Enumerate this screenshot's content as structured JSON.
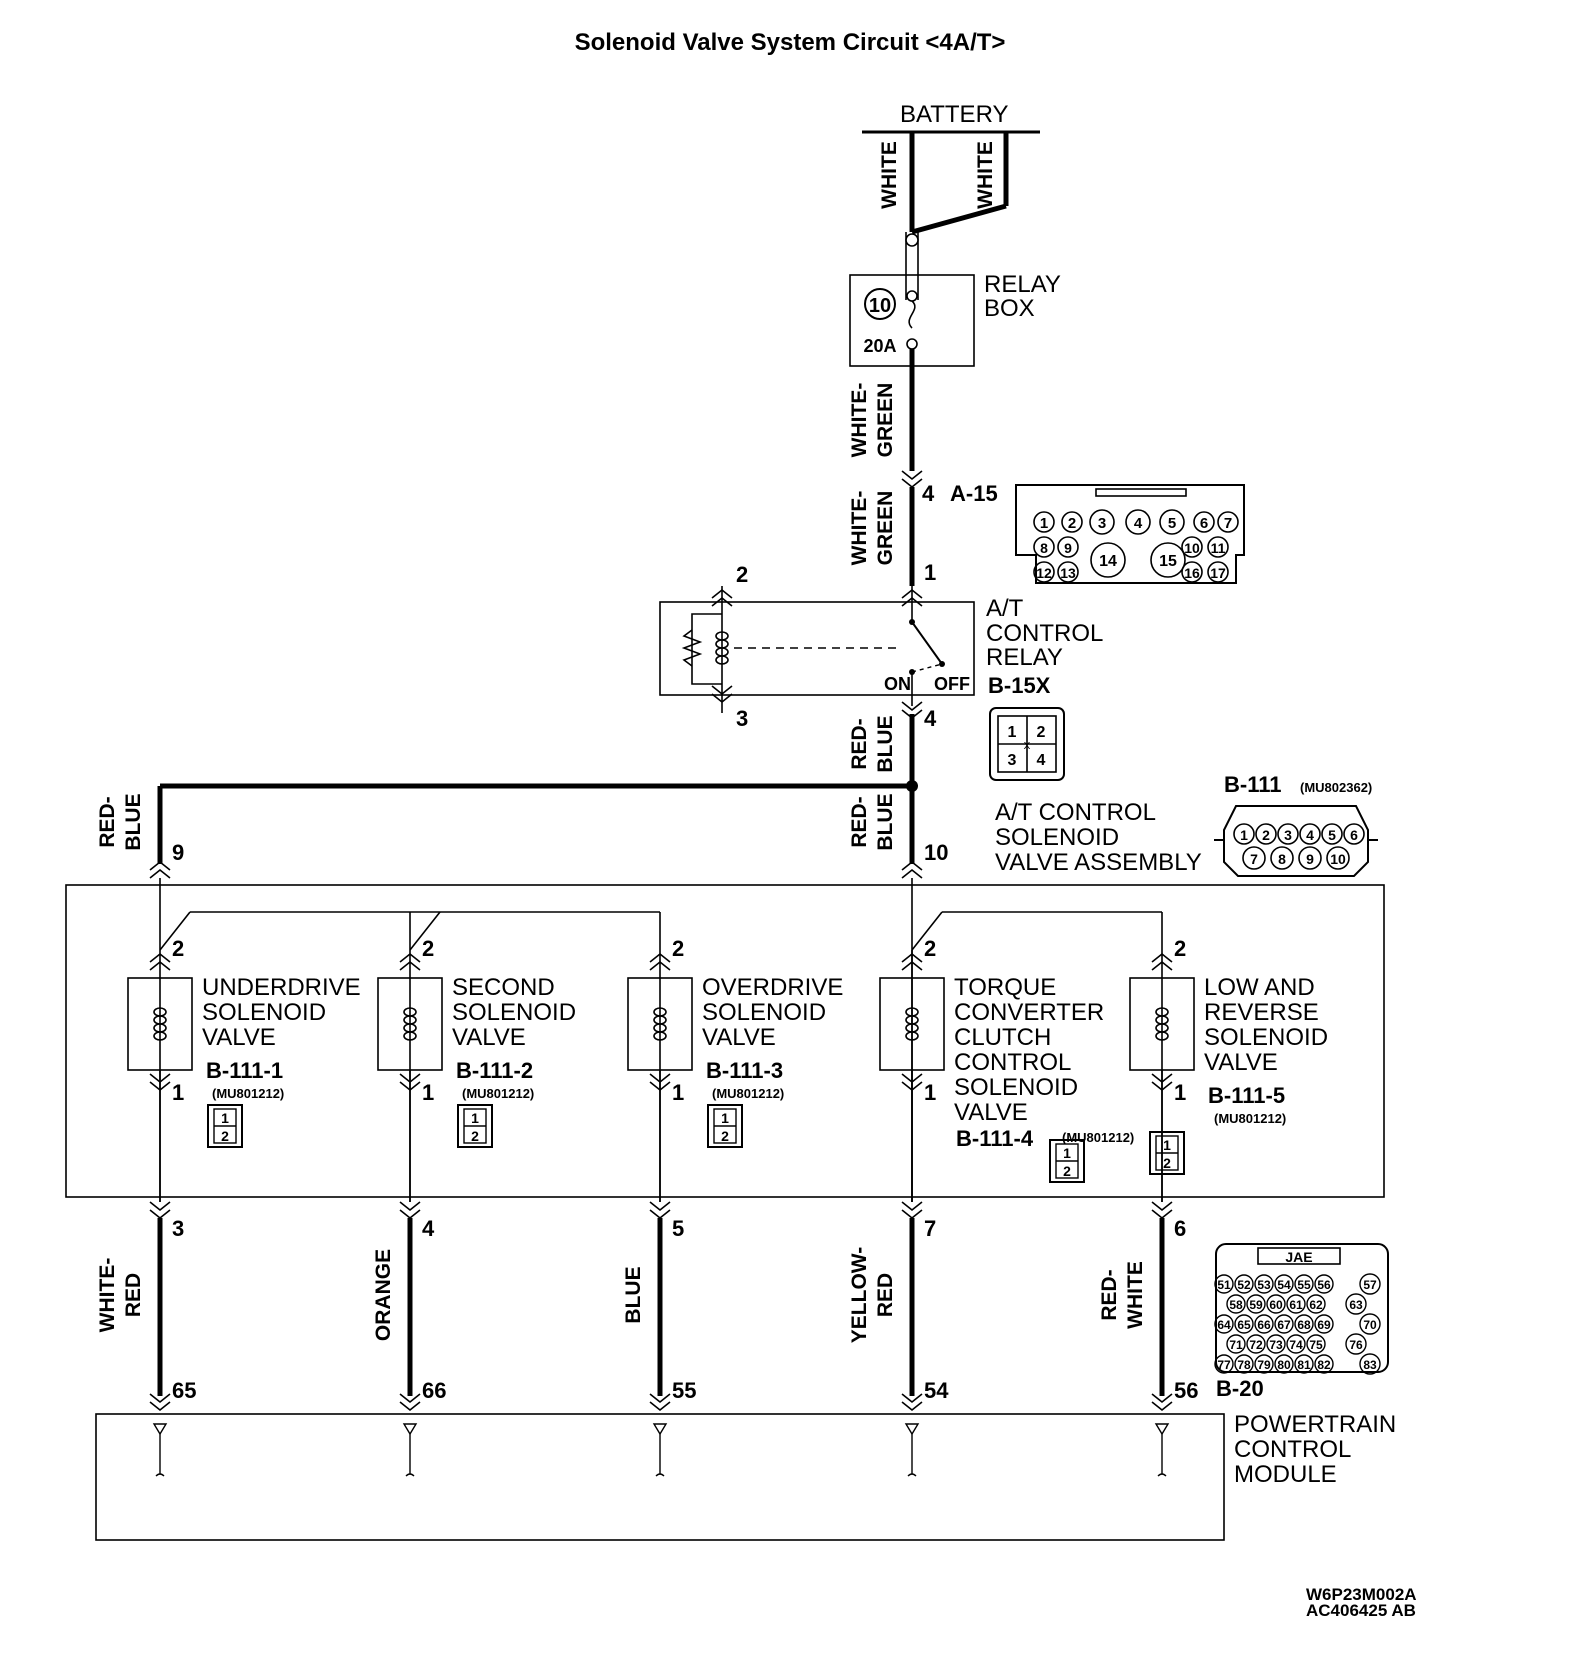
{
  "title": "Solenoid Valve System Circuit   <4A/T>",
  "battery": {
    "label": "BATTERY",
    "wire_left": "WHITE",
    "wire_right": "WHITE"
  },
  "relay_box": {
    "line1": "RELAY",
    "line2": "BOX",
    "fuse_no": "10",
    "fuse_rating": "20A"
  },
  "wire_relay_to_a15": {
    "line1": "WHITE-",
    "line2": "GREEN"
  },
  "a15": {
    "pin": "4",
    "name": "A-15",
    "row1": [
      "1",
      "2",
      "3",
      "4",
      "5",
      "6",
      "7"
    ],
    "row2": [
      "8",
      "9",
      "10",
      "11"
    ],
    "row3": [
      "12",
      "13",
      "16",
      "17"
    ],
    "big": [
      "14",
      "15"
    ]
  },
  "wire_a15_to_relay": {
    "line1": "WHITE-",
    "line2": "GREEN"
  },
  "at_relay": {
    "line1": "A/T",
    "line2": "CONTROL",
    "line3": "RELAY",
    "code": "B-15X",
    "pin_coil_top": "2",
    "pin_coil_bottom": "3",
    "pin_switch_top": "1",
    "pin_switch_bottom": "4",
    "on_label": "ON",
    "off_label": "OFF",
    "connector": [
      "1",
      "2",
      "3",
      "4"
    ],
    "x_mark": "X"
  },
  "wire_relay_out": {
    "line1": "RED-",
    "line2": "BLUE"
  },
  "wire_to_pin9": {
    "line1": "RED-",
    "line2": "BLUE"
  },
  "wire_to_pin10": {
    "line1": "RED-",
    "line2": "BLUE"
  },
  "assembly": {
    "pin_left": "9",
    "pin_right": "10",
    "line1": "A/T CONTROL",
    "line2": "SOLENOID",
    "line3": "VALVE ASSEMBLY",
    "connector_name": "B-111",
    "part_no": "(MU802362)",
    "row1": [
      "1",
      "2",
      "3",
      "4",
      "5",
      "6"
    ],
    "row2": [
      "7",
      "8",
      "9",
      "10"
    ]
  },
  "solenoids": [
    {
      "lines": [
        "UNDERDRIVE",
        "SOLENOID",
        "VALVE"
      ],
      "code": "B-111-1",
      "part": "(MU801212)",
      "pin_top": "2",
      "pin_bottom": "1",
      "out_pin": "3",
      "wire": [
        "WHITE-",
        "RED"
      ],
      "pcm_pin": "65"
    },
    {
      "lines": [
        "SECOND",
        "SOLENOID",
        "VALVE"
      ],
      "code": "B-111-2",
      "part": "(MU801212)",
      "pin_top": "2",
      "pin_bottom": "1",
      "out_pin": "4",
      "wire": [
        "ORANGE"
      ],
      "pcm_pin": "66"
    },
    {
      "lines": [
        "OVERDRIVE",
        "SOLENOID",
        "VALVE"
      ],
      "code": "B-111-3",
      "part": "(MU801212)",
      "pin_top": "2",
      "pin_bottom": "1",
      "out_pin": "5",
      "wire": [
        "BLUE"
      ],
      "pcm_pin": "55"
    },
    {
      "lines": [
        "TORQUE",
        "CONVERTER",
        "CLUTCH",
        "CONTROL",
        "SOLENOID",
        "VALVE"
      ],
      "code": "B-111-4",
      "part": "(MU801212)",
      "pin_top": "2",
      "pin_bottom": "1",
      "out_pin": "7",
      "wire": [
        "YELLOW-",
        "RED"
      ],
      "pcm_pin": "54"
    },
    {
      "lines": [
        "LOW AND",
        "REVERSE",
        "SOLENOID",
        "VALVE"
      ],
      "code": "B-111-5",
      "part": "(MU801212)",
      "pin_top": "2",
      "pin_bottom": "1",
      "out_pin": "6",
      "wire": [
        "RED-",
        "WHITE"
      ],
      "pcm_pin": "56"
    }
  ],
  "sol_connector_pins": [
    "1",
    "2"
  ],
  "b20": {
    "name": "B-20",
    "maker": "JAE",
    "row1": [
      "51",
      "52",
      "53",
      "54",
      "55",
      "56"
    ],
    "row2": [
      "58",
      "59",
      "60",
      "61",
      "62"
    ],
    "row3": [
      "64",
      "65",
      "66",
      "67",
      "68",
      "69"
    ],
    "row4": [
      "71",
      "72",
      "73",
      "74",
      "75"
    ],
    "row5": [
      "77",
      "78",
      "79",
      "80",
      "81",
      "82"
    ],
    "side": [
      "57",
      "63",
      "70",
      "76",
      "83"
    ]
  },
  "pcm": {
    "line1": "POWERTRAIN",
    "line2": "CONTROL",
    "line3": "MODULE"
  },
  "footer": {
    "code1": "W6P23M002A",
    "code2": "AC406425 AB"
  }
}
